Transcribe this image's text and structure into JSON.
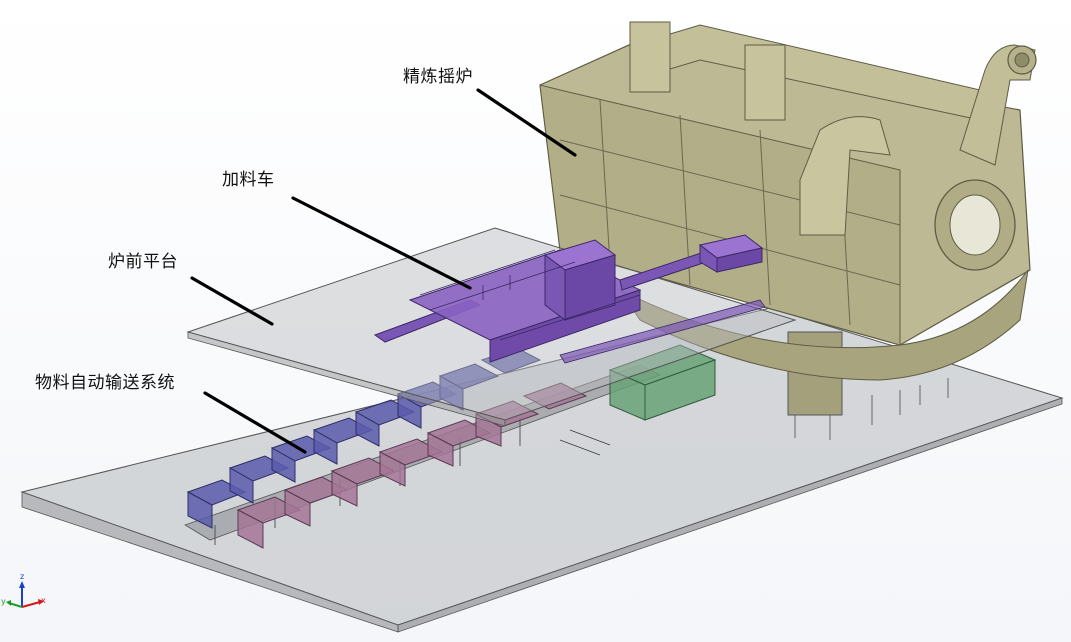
{
  "labels": {
    "furnace": "精炼摇炉",
    "charging_car": "加料车",
    "platform": "炉前平台",
    "conveyor": "物料自动输送系统"
  },
  "triad": {
    "x": "x",
    "y": "y",
    "z": "z"
  },
  "colors": {
    "furnace": "#b9b68f",
    "furnace_dark": "#8d8a66",
    "charging_car": "#7e57b8",
    "platform": "#a7a9ad",
    "conveyor_blue": "#5a5aa8",
    "conveyor_pink": "#9c6e92",
    "hydraulic_green": "#5f9e70"
  }
}
